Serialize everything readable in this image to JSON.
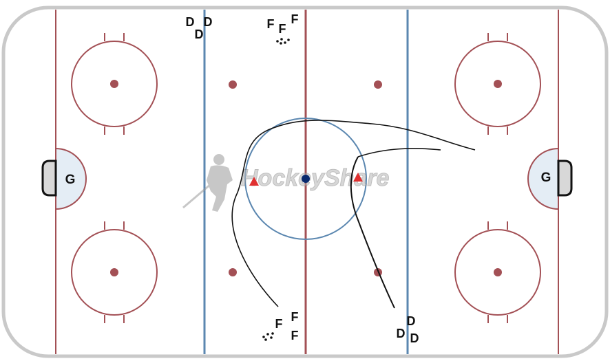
{
  "colors": {
    "rink_border": "#c9c9c9",
    "red_line": "#a35055",
    "blue_line": "#5b87b0",
    "ice": "#ffffff",
    "crease_fill": "#e4edf5",
    "goal_fill": "#d8d8d8",
    "cone": "#e03030",
    "puck": "#0a2a6e",
    "skate_path": "#111111",
    "watermark": "#9a9a9a"
  },
  "goalies": {
    "left": "G",
    "right": "G"
  },
  "players": {
    "top_d": [
      "D",
      "D",
      "D"
    ],
    "top_f": [
      "F",
      "F",
      "F"
    ],
    "bottom_f": [
      "F",
      "F",
      "F"
    ],
    "bottom_d": [
      "D",
      "D",
      "D"
    ]
  },
  "watermark": {
    "text": "HockeyShare",
    "icon": "hockey-player-silhouette-icon"
  },
  "drill": {
    "cones": 2,
    "pucks_at_center": 1,
    "puck_piles": 2
  }
}
